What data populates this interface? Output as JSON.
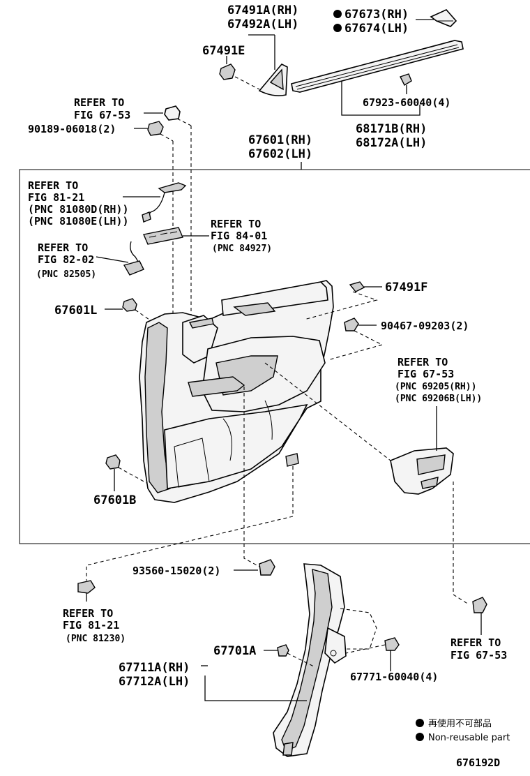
{
  "labels": {
    "l_67491a": "67491A(RH)",
    "l_67492a": "67492A(LH)",
    "l_67491e": "67491E",
    "l_67673": "67673(RH)",
    "l_67674": "67674(LH)",
    "l_67923": "67923-60040(4)",
    "l_68171b": "68171B(RH)",
    "l_68172a": "68172A(LH)",
    "l_refer1_a": "REFER TO",
    "l_refer1_b": "FIG 67-53",
    "l_90189": "90189-06018(2)",
    "l_67601": "67601(RH)",
    "l_67602": "67602(LH)",
    "l_ref8121_a": "REFER TO",
    "l_ref8121_b": "FIG 81-21",
    "l_ref8121_c": "(PNC 81080D(RH))",
    "l_ref8121_d": "(PNC 81080E(LH))",
    "l_ref8401_a": "REFER TO",
    "l_ref8401_b": "FIG 84-01",
    "l_ref8401_c": "(PNC 84927)",
    "l_ref8202_a": "REFER TO",
    "l_ref8202_b": "FIG 82-02",
    "l_ref8202_c": "(PNC 82505)",
    "l_67491f": "67491F",
    "l_67601l": "67601L",
    "l_90467": "90467-09203(2)",
    "l_ref6753b_a": "REFER TO",
    "l_ref6753b_b": "FIG 67-53",
    "l_ref6753b_c": "(PNC 69205(RH))",
    "l_ref6753b_d": "(PNC 69206B(LH))",
    "l_67601b": "67601B",
    "l_93560": "93560-15020(2)",
    "l_ref8121b_a": "REFER TO",
    "l_ref8121b_b": "FIG 81-21",
    "l_ref8121b_c": "(PNC 81230)",
    "l_ref6753c_a": "REFER TO",
    "l_ref6753c_b": "FIG 67-53",
    "l_67701a": "67701A",
    "l_67711a": "67711A(RH)",
    "l_67712a": "67712A(LH)",
    "l_67771": "67771-60040(4)"
  },
  "legend": {
    "jp": "再使用不可部品",
    "en": "Non-reusable part"
  },
  "diagram_id": "676192D"
}
